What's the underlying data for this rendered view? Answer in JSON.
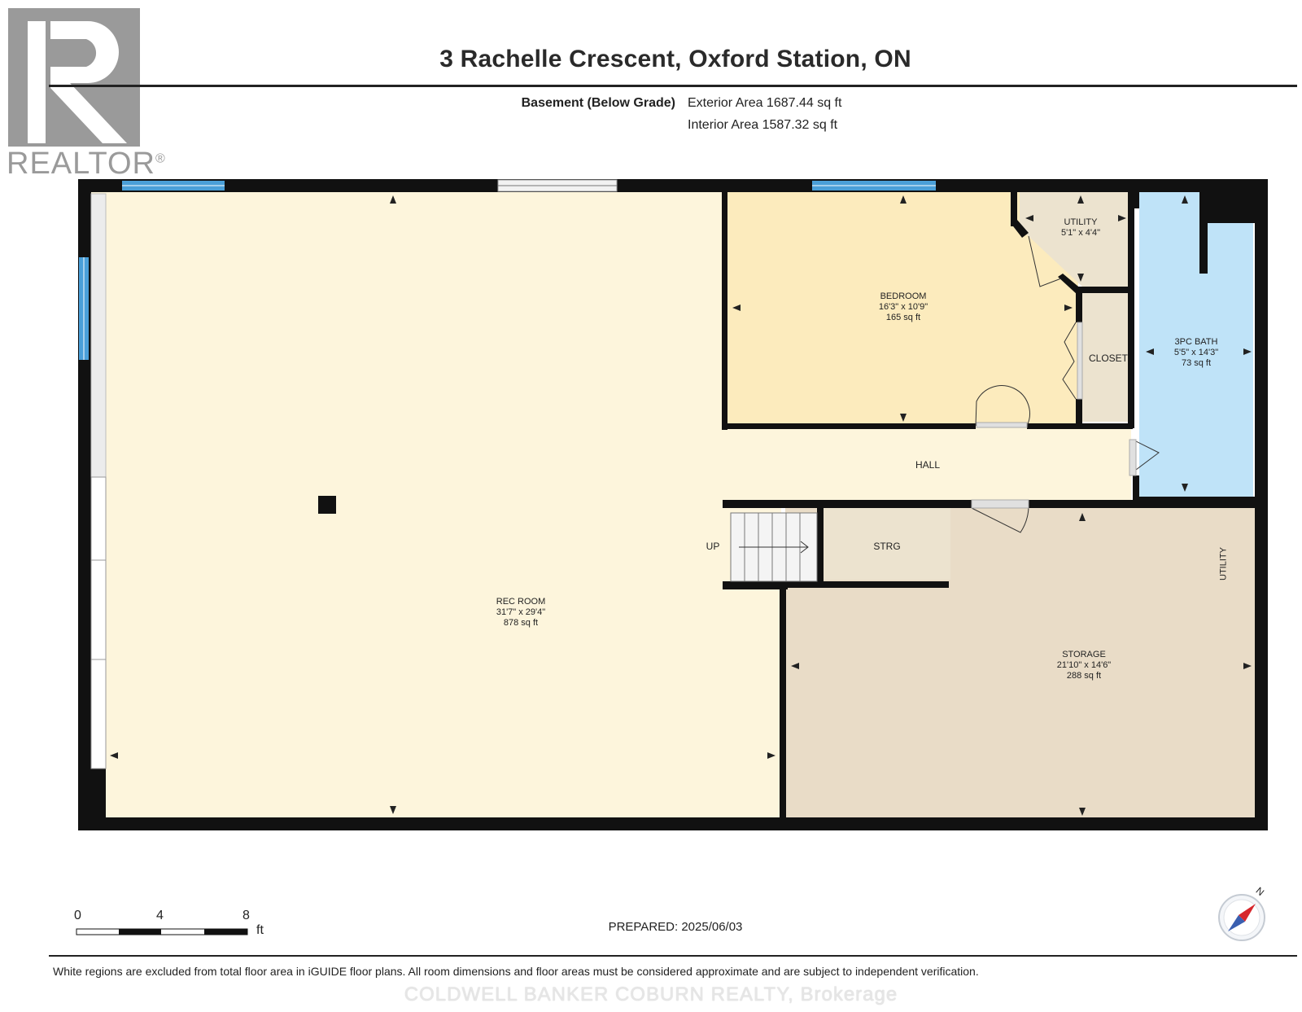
{
  "header": {
    "title": "3 Rachelle Crescent, Oxford Station, ON",
    "level": "Basement (Below Grade)",
    "exterior_area": "Exterior Area 1687.44 sq ft",
    "interior_area": "Interior Area 1587.32 sq ft"
  },
  "logo": {
    "text": "REALTOR",
    "mark": "®"
  },
  "rooms": {
    "rec_room": {
      "name": "REC ROOM",
      "dims": "31'7\" x 29'4\"",
      "area": "878 sq ft"
    },
    "bedroom": {
      "name": "BEDROOM",
      "dims": "16'3\" x 10'9\"",
      "area": "165 sq ft"
    },
    "utility_small": {
      "name": "UTILITY",
      "dims": "5'1\" x 4'4\""
    },
    "closet": {
      "name": "CLOSET"
    },
    "bath": {
      "name": "3PC BATH",
      "dims": "5'5\" x 14'3\"",
      "area": "73 sq ft"
    },
    "hall": {
      "name": "HALL"
    },
    "stairs": {
      "name": "UP"
    },
    "strg": {
      "name": "STRG"
    },
    "storage": {
      "name": "STORAGE",
      "dims": "21'10\" x 14'6\"",
      "area": "288 sq ft"
    },
    "utility_side": {
      "name": "UTILITY"
    }
  },
  "colors": {
    "rec_room": "#fdf5dc",
    "bedroom": "#fcebbd",
    "utility": "#ece3cf",
    "storage": "#e9dcc7",
    "bath": "#bfe3f8",
    "walls": "#111111",
    "window": "#4a9fd8"
  },
  "scale": {
    "labels": [
      "0",
      "4",
      "8"
    ],
    "unit": "ft"
  },
  "compass": {
    "north": "N"
  },
  "footer": {
    "prepared": "PREPARED: 2025/06/03",
    "disclaimer": "White regions are excluded from total floor area in iGUIDE floor plans. All room dimensions and floor areas must be considered approximate and are subject to independent verification.",
    "brokerage": "COLDWELL BANKER COBURN REALTY, Brokerage"
  }
}
